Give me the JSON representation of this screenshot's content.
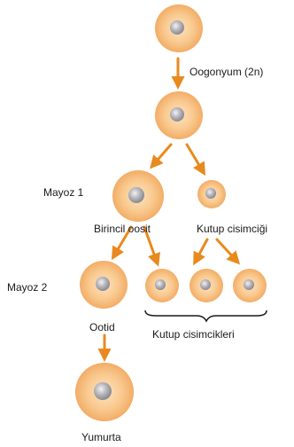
{
  "labels": {
    "oogonium": "Oogonyum (2n)",
    "meiosis1": "Mayoz 1",
    "primary_oocyte": "Birincil oosit",
    "polar_body": "Kutup cisimciği",
    "meiosis2": "Mayoz 2",
    "ootid": "Ootid",
    "polar_bodies": "Kutup cisimcikleri",
    "egg": "Yumurta"
  },
  "colors": {
    "cell_outer": "#f2ad66",
    "cell_inner": "#fde4c2",
    "nucleus": "#a7a7ad",
    "nucleus_highlight": "#e4e4ea",
    "arrow": "#e88a1e",
    "text": "#1a1a1a"
  }
}
